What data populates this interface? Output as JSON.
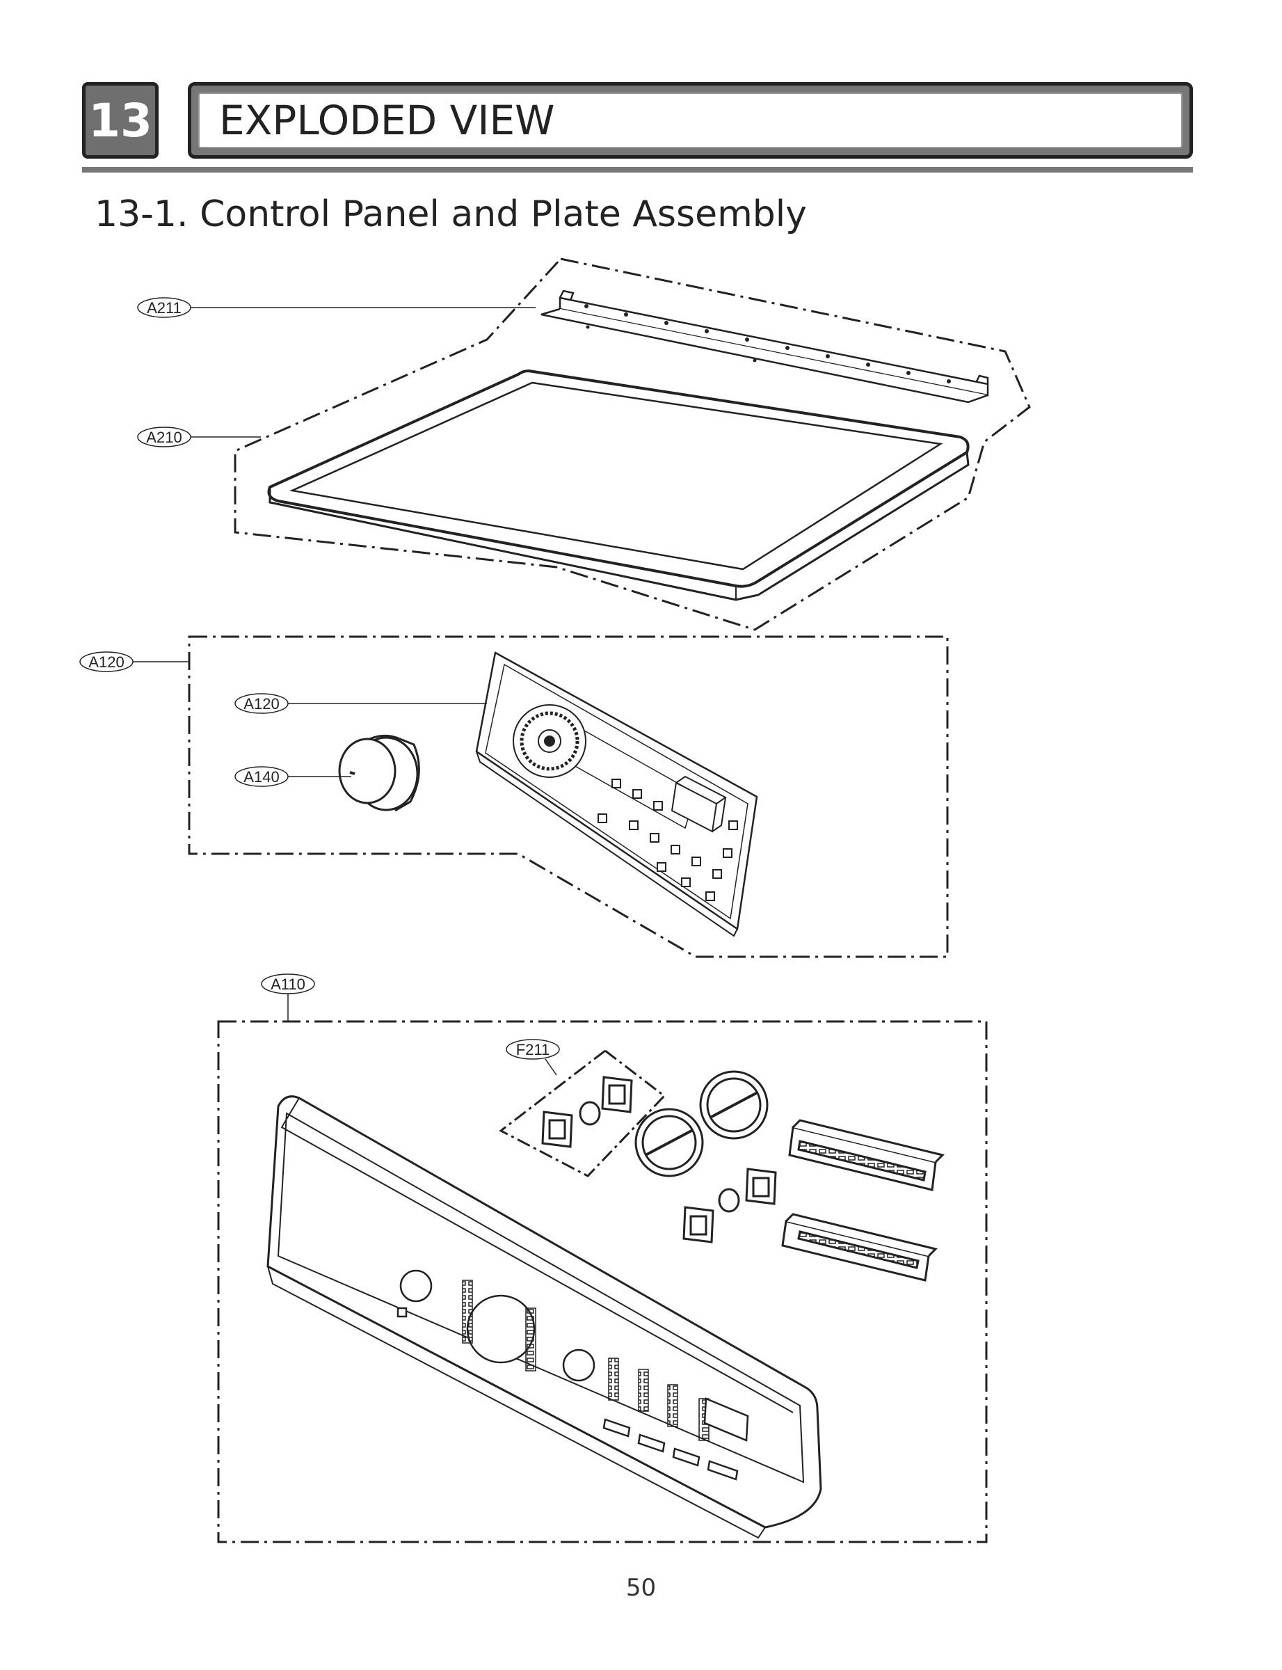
{
  "header": {
    "chapter_number": "13",
    "chapter_title": "EXPLODED VIEW"
  },
  "section": {
    "title": "13-1. Control Panel and Plate Assembly"
  },
  "callouts": {
    "a211": "A211",
    "a210": "A210",
    "a120_group": "A120",
    "a120_part": "A120",
    "a140": "A140",
    "a110": "A110",
    "f211": "F211"
  },
  "footer": {
    "page_number": "50"
  }
}
